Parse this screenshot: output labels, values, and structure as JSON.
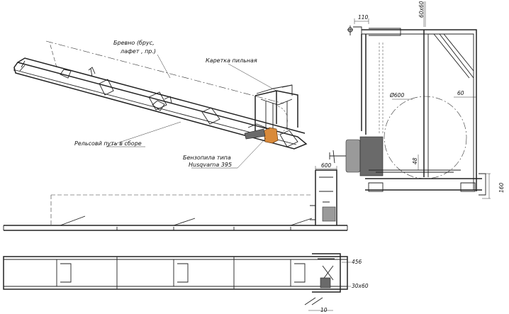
{
  "labels": {
    "log": [
      "Бревно (брус,",
      "лафет , пр.)"
    ],
    "carriage": "Каретка пильная",
    "rail": "Рельсовй путь в сборе",
    "chainsaw": [
      "Бензопила типа",
      "Husqvarna 395"
    ]
  },
  "dimensions": {
    "d110": "110",
    "d60x60": "60x60",
    "d600_dia": "Ø600",
    "d60": "60",
    "d48": "48",
    "d160": "160",
    "d600": "600",
    "d456": "456",
    "d30x60": "30x60",
    "d10": "10"
  },
  "colors": {
    "line": "#222222",
    "steel": "#9a9a9a",
    "saw_body": "#d98a3a"
  }
}
